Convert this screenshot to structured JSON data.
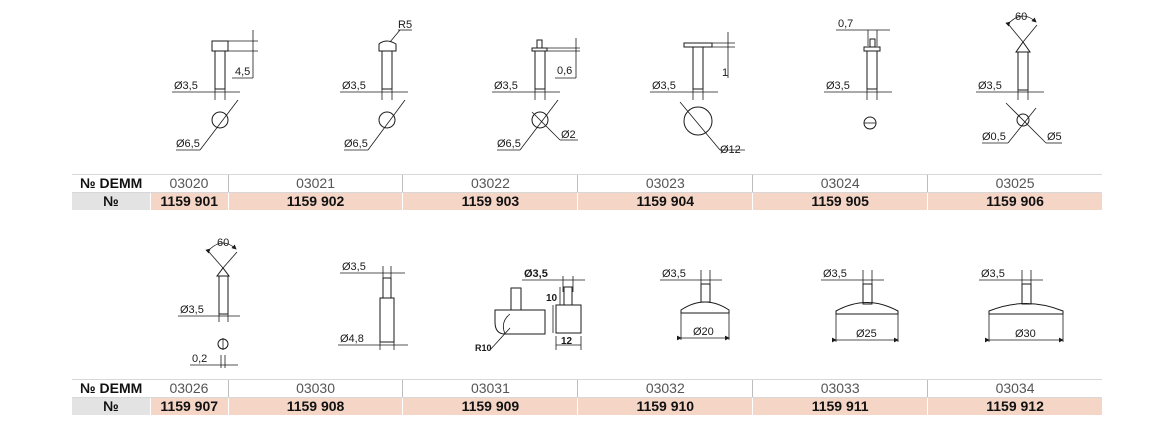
{
  "row_labels": {
    "demm": "№ DEMM",
    "no": "№"
  },
  "row1": {
    "codes": [
      "03020",
      "03021",
      "03022",
      "03023",
      "03024",
      "03025"
    ],
    "numbers": [
      "1159 901",
      "1159 902",
      "1159 903",
      "1159 904",
      "1159 905",
      "1159 906"
    ]
  },
  "row2": {
    "codes": [
      "03026",
      "03030",
      "03031",
      "03032",
      "03033",
      "03034"
    ],
    "numbers": [
      "1159 907",
      "1159 908",
      "1159 909",
      "1159 910",
      "1159 911",
      "1159 912"
    ]
  },
  "dims": {
    "d03020": {
      "shank": "Ø3,5",
      "height": "4,5",
      "tip": "Ø6,5"
    },
    "d03021": {
      "shank": "Ø3,5",
      "radius": "R5",
      "tip": "Ø6,5"
    },
    "d03022": {
      "shank": "Ø3,5",
      "height": "0,6",
      "tip": "Ø6,5",
      "inner": "Ø2"
    },
    "d03023": {
      "shank": "Ø3,5",
      "height": "1",
      "tip": "Ø12"
    },
    "d03024": {
      "shank": "Ø3,5",
      "width": "0,7"
    },
    "d03025": {
      "shank": "Ø3,5",
      "angle": "60",
      "tip_a": "Ø0,5",
      "tip_b": "Ø5"
    },
    "d03026": {
      "shank": "Ø3,5",
      "angle": "60",
      "tip": "0,2"
    },
    "d03030": {
      "shank": "Ø3,5",
      "body": "Ø4,8"
    },
    "d03031": {
      "shank": "Ø3,5",
      "height": "10",
      "width": "12",
      "radius": "R10"
    },
    "d03032": {
      "shank": "Ø3,5",
      "foot": "Ø20"
    },
    "d03033": {
      "shank": "Ø3,5",
      "foot": "Ø25"
    },
    "d03034": {
      "shank": "Ø3,5",
      "foot": "Ø30"
    }
  }
}
